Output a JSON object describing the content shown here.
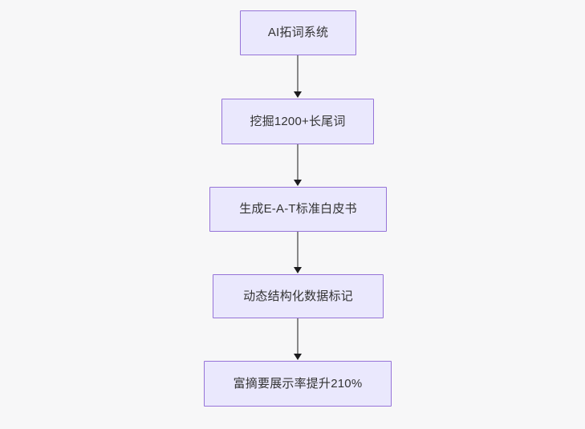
{
  "diagram": {
    "type": "flowchart",
    "orientation": "top-to-bottom",
    "background_color": "#f7f7f8",
    "node_fill_color": "#eae8fd",
    "node_border_color": "#9673d8",
    "node_text_color": "#333333",
    "connector_color": "#888888",
    "arrowhead_color": "#1b1b1d",
    "nodes": [
      {
        "id": "node-1",
        "label": "AI拓词系统"
      },
      {
        "id": "node-2",
        "label": "挖掘1200+长尾词"
      },
      {
        "id": "node-3",
        "label": "生成E-A-T标准白皮书"
      },
      {
        "id": "node-4",
        "label": "动态结构化数据标记"
      },
      {
        "id": "node-5",
        "label": "富摘要展示率提升210%"
      }
    ],
    "edges": [
      {
        "id": "edge-1",
        "from": "node-1",
        "to": "node-2"
      },
      {
        "id": "edge-2",
        "from": "node-2",
        "to": "node-3"
      },
      {
        "id": "edge-3",
        "from": "node-3",
        "to": "node-4"
      },
      {
        "id": "edge-4",
        "from": "node-4",
        "to": "node-5"
      }
    ]
  }
}
